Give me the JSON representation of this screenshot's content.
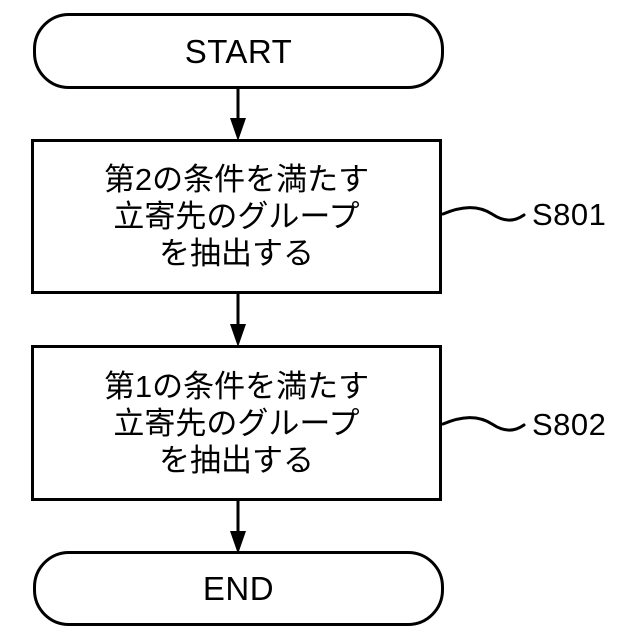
{
  "diagram": {
    "type": "flowchart",
    "title": "",
    "orientation": "vertical",
    "colors": {
      "stroke": "#000000",
      "fill": "#ffffff",
      "text": "#000000"
    },
    "nodes": [
      {
        "id": "start",
        "shape": "terminator",
        "label": "START"
      },
      {
        "id": "step1",
        "shape": "process",
        "step_ref": "S801",
        "text": "第2の条件を満たす\n立寄先のグループ\nを抽出する",
        "lines": [
          "第2の条件を満たす",
          "立寄先のグループ",
          "を抽出する"
        ]
      },
      {
        "id": "step2",
        "shape": "process",
        "step_ref": "S802",
        "text": "第1の条件を満たす\n立寄先のグループ\nを抽出する",
        "lines": [
          "第1の条件を満たす",
          "立寄先のグループ",
          "を抽出する"
        ]
      },
      {
        "id": "end",
        "shape": "terminator",
        "label": "END"
      }
    ],
    "edges": [
      {
        "from": "start",
        "to": "step1",
        "arrow": "down"
      },
      {
        "from": "step1",
        "to": "step2",
        "arrow": "down"
      },
      {
        "from": "step2",
        "to": "end",
        "arrow": "down"
      }
    ],
    "callouts": [
      {
        "target": "step1",
        "label": "S801",
        "leader": "wavy"
      },
      {
        "target": "step2",
        "label": "S802",
        "leader": "wavy"
      }
    ]
  }
}
